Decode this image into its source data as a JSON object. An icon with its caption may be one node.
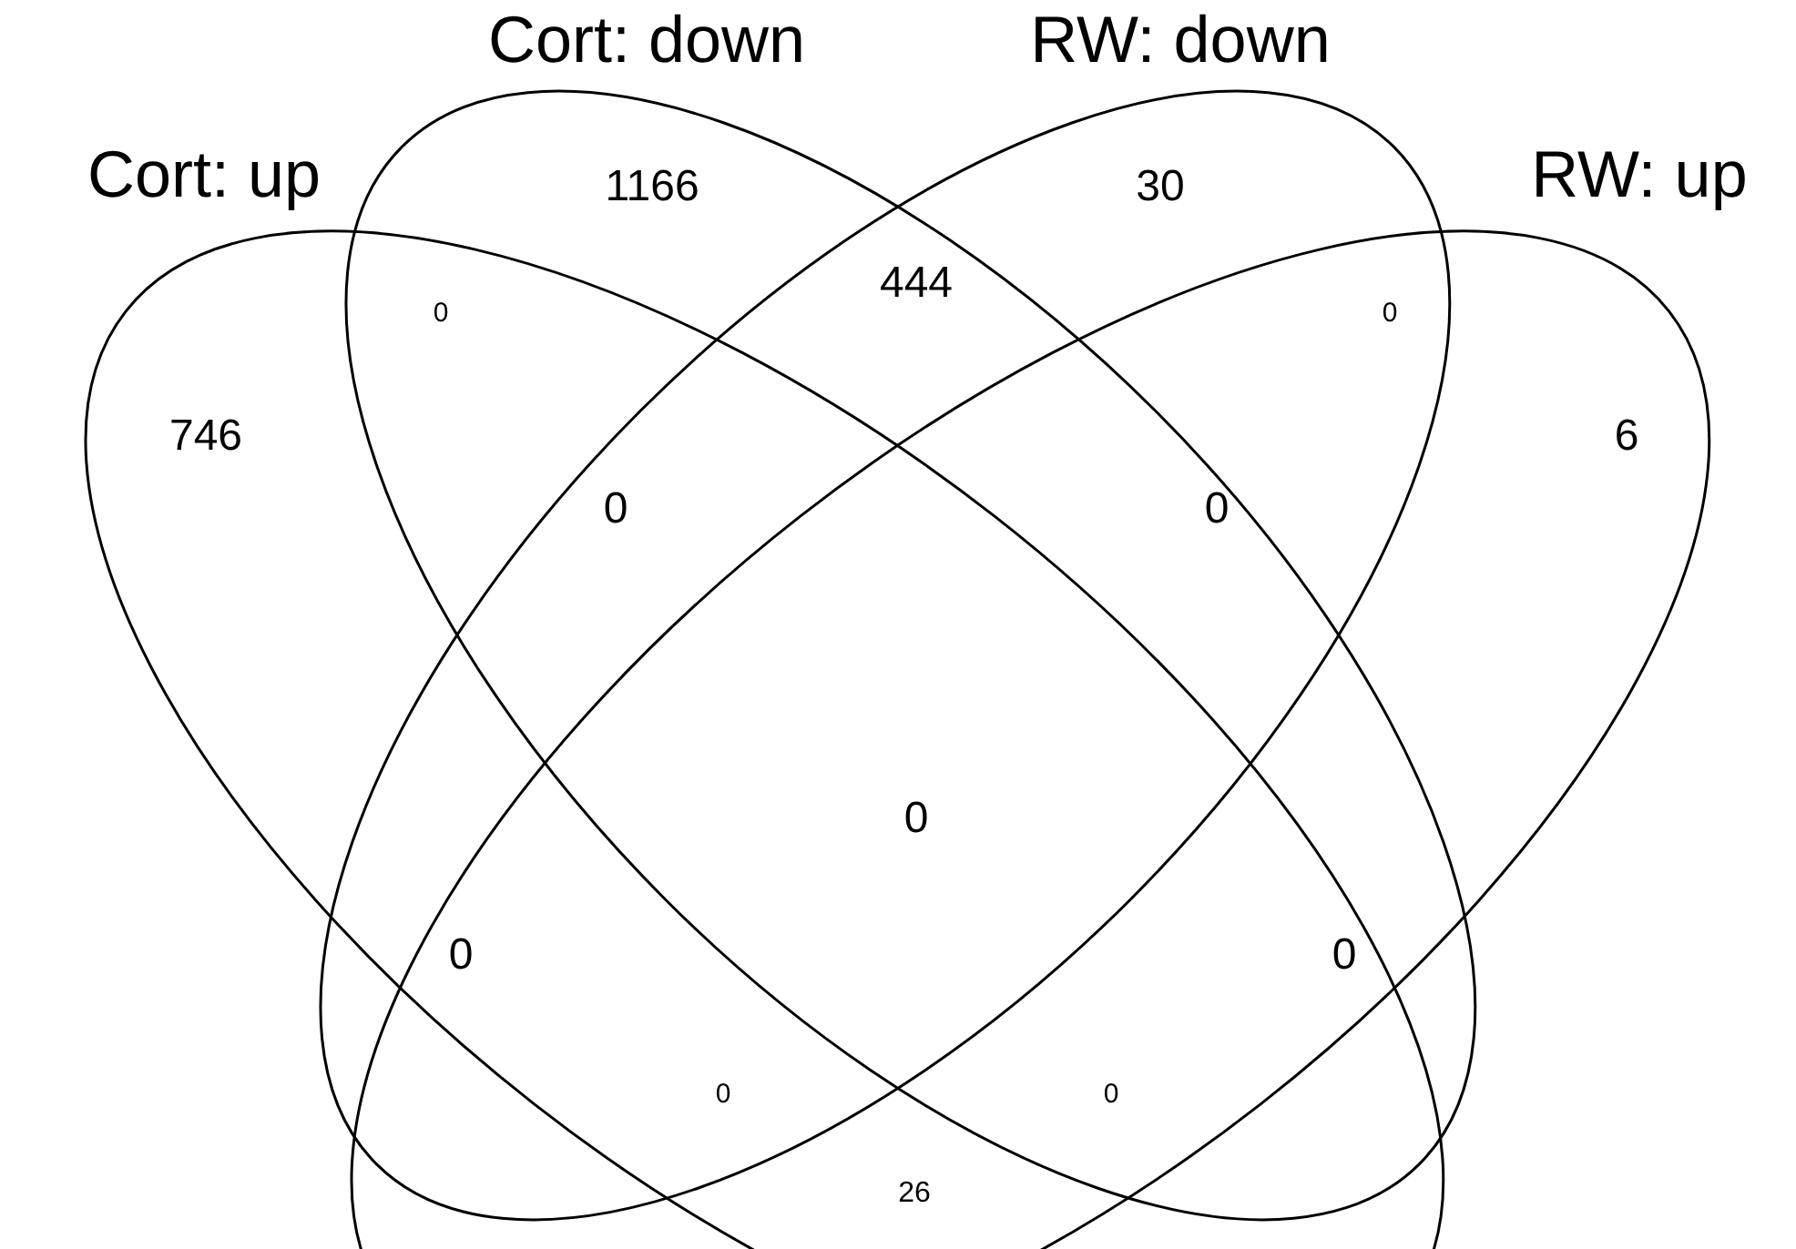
{
  "diagram": {
    "nodes": [
      {
        "text": [
          "Cort: up"
        ]
      },
      {
        "text": [
          "Cort: down"
        ]
      },
      {
        "text": [
          "RW: down"
        ]
      },
      {
        "text": [
          "RW: up"
        ]
      }
    ],
    "labels": [
      "1166",
      "30",
      "444",
      "0",
      "0",
      "746",
      "6",
      "0",
      "0",
      "0",
      "0",
      "0",
      "0",
      "0",
      "26"
    ]
  }
}
